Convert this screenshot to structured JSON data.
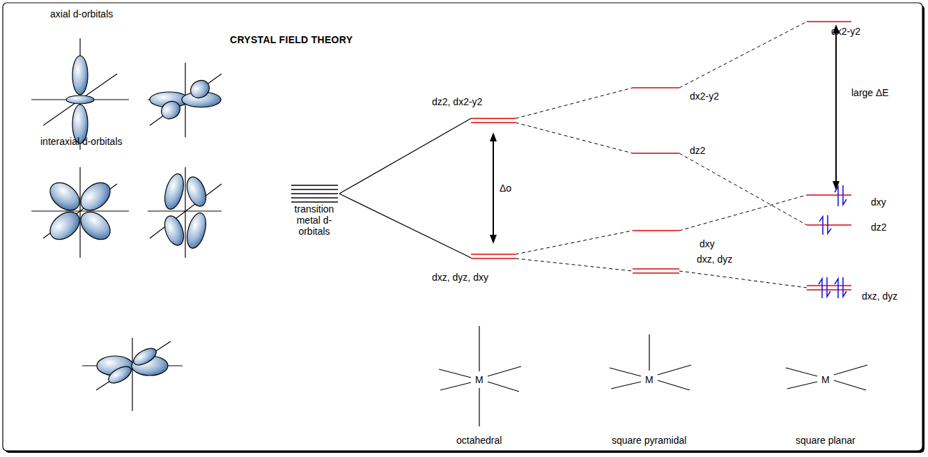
{
  "diagram": {
    "title": "CRYSTAL FIELD THEORY",
    "labels": [
      "axial d-orbitals",
      "interaxial d-orbitals",
      "transition metal d-orbitals",
      "dz2, dx2-y2",
      "Δo",
      "dxz, dyz, dxy",
      "dx2-y2",
      "dz2",
      "dxy",
      "dxz, dyz",
      "dx2-y2",
      "large ΔE",
      "dxy",
      "dz2",
      "dxz, dyz",
      "M",
      "M",
      "M",
      "octahedral",
      "square pyramidal",
      "square planar"
    ]
  }
}
